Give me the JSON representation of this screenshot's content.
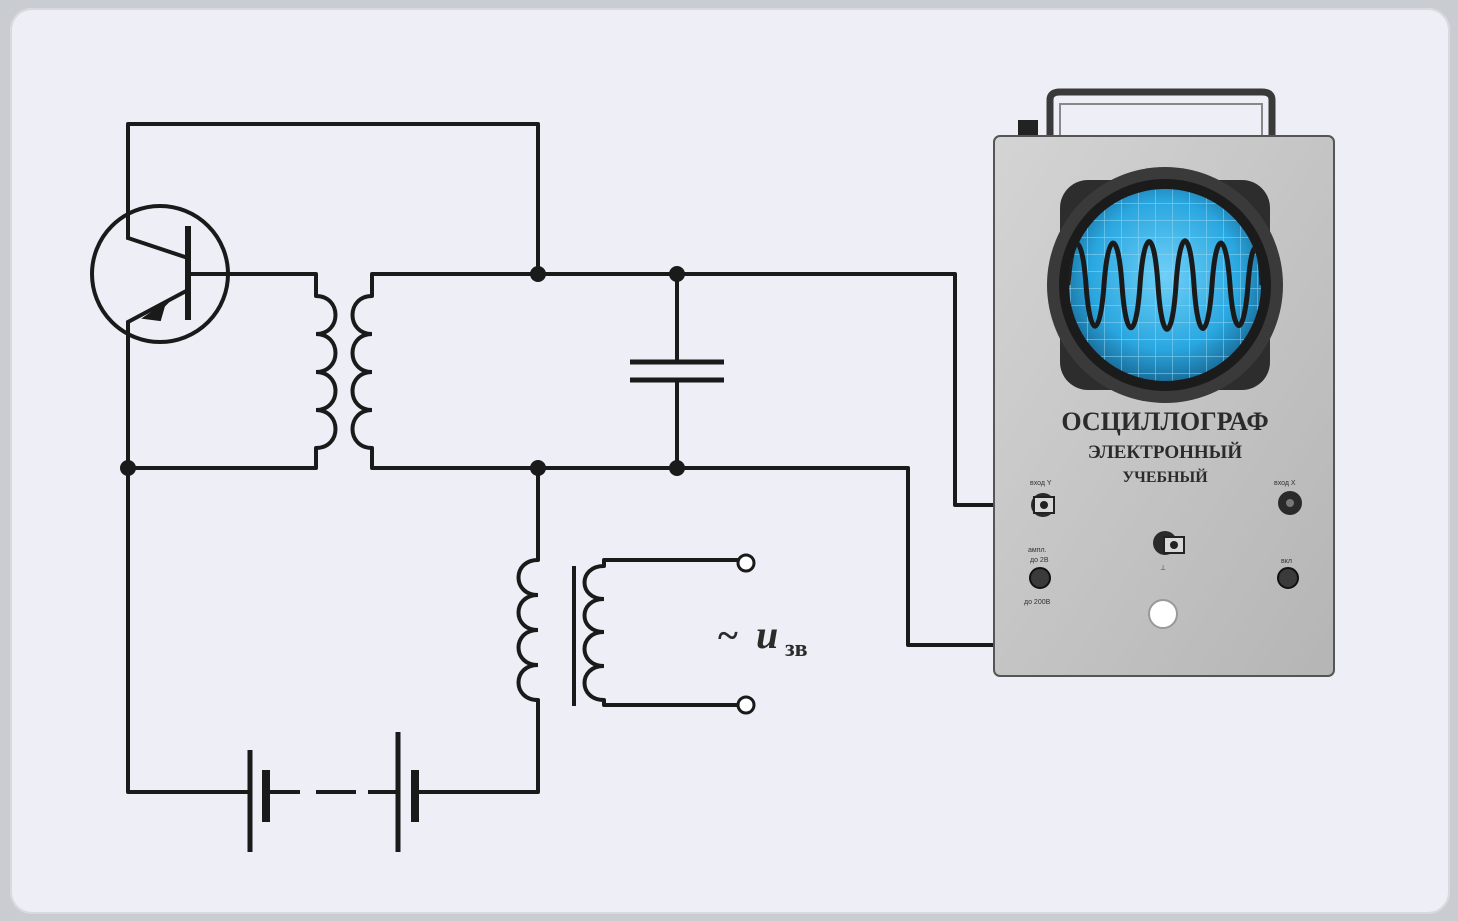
{
  "diagram": {
    "source_label_symbol": "~",
    "source_label_var": "u",
    "source_label_sub": "зв"
  },
  "oscilloscope": {
    "title_line1": "ОСЦИЛЛОГРАФ",
    "title_line2": "ЭЛЕКТРОННЫЙ",
    "title_line3": "УЧЕБНЫЙ",
    "input_y_label": "вход Y",
    "input_x_label": "вход X",
    "amp_label_1": "ампл.",
    "amp_label_2": "до 2В",
    "amp_label_3": "до 200В",
    "ground_label": "⊥",
    "power_label": "вкл"
  },
  "colors": {
    "screen_blue": "#2aa7e0",
    "wire": "#1a1a1a",
    "case": "#c6c6c6"
  }
}
